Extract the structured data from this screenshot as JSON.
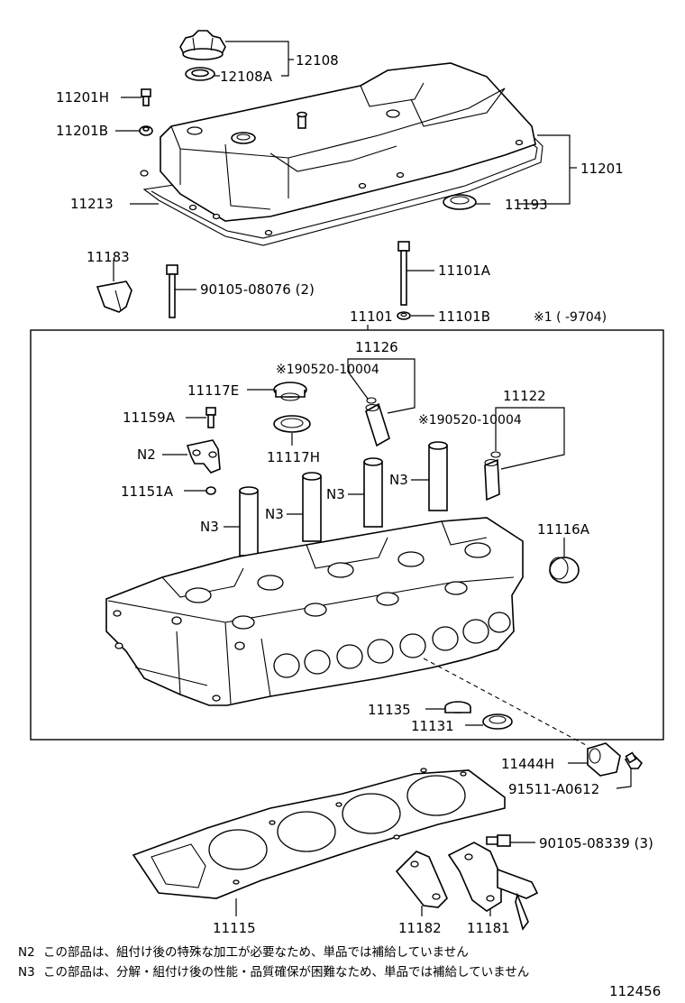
{
  "labels": {
    "p12108": "12108",
    "p12108a": "12108A",
    "p11201h": "11201H",
    "p11201b": "11201B",
    "p11201": "11201",
    "p11213": "11213",
    "p11193": "11193",
    "p11183": "11183",
    "p90105_08076": "90105-08076 (2)",
    "p11101a": "11101A",
    "p11101b": "11101B",
    "p11101": "11101",
    "note_9704": "※1 (      -9704)",
    "p11126": "11126",
    "p190520_a": "※190520-10004",
    "p11117e": "11117E",
    "p11159a": "11159A",
    "n2": "N2",
    "p11117h": "11117H",
    "p11122": "11122",
    "p190520_b": "※190520-10004",
    "p11151a": "11151A",
    "n3_a": "N3",
    "n3_b": "N3",
    "n3_c": "N3",
    "n3_d": "N3",
    "p11116a": "11116A",
    "p11135": "11135",
    "p11131": "11131",
    "p11444h": "11444H",
    "p91511": "91511-A0612",
    "p90105_08339": "90105-08339 (3)",
    "p11115": "11115",
    "p11182": "11182",
    "p11181": "11181"
  },
  "footnotes": {
    "n2_key": "N2",
    "n2_text": "この部品は、組付け後の特殊な加工が必要なため、単品では補給していません",
    "n3_key": "N3",
    "n3_text": "この部品は、分解・組付け後の性能・品質確保が困難なため、単品では補給していません"
  },
  "figure_id": "112456"
}
